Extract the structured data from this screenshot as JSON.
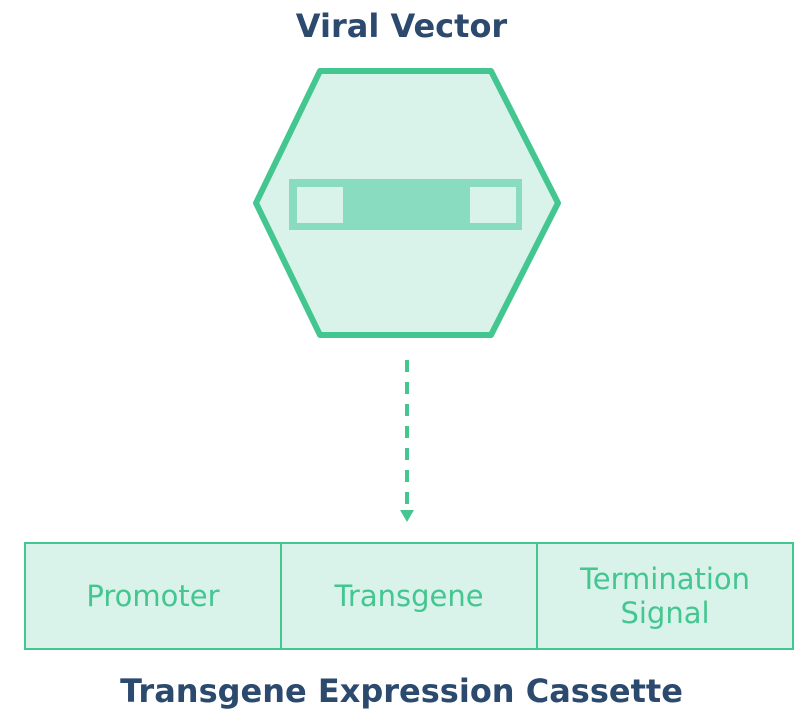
{
  "diagram": {
    "top_label": "Viral Vector",
    "bottom_label": "Transgene Expression Cassette",
    "cassette_segments": [
      "Promoter",
      "Transgene",
      "Termination Signal"
    ],
    "colors": {
      "title_text": "#2c4a6e",
      "accent_green": "#44c691",
      "light_fill": "#d9f3ea",
      "mid_fill": "#8adcc1"
    }
  }
}
